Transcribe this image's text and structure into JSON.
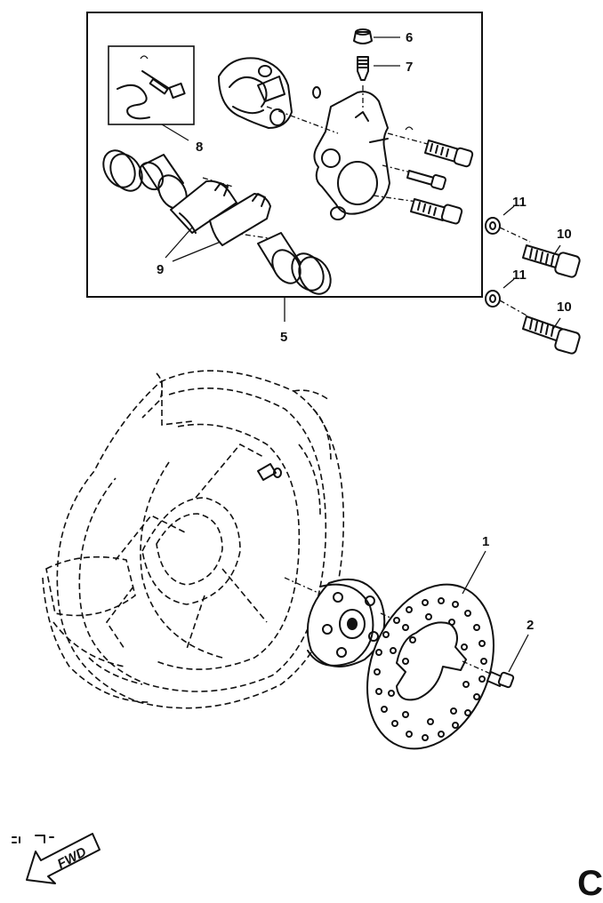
{
  "callouts": {
    "disc": "1",
    "disc_bolt": "2",
    "caliper_assy": "5",
    "bleed_cap": "6",
    "bleed_screw": "7",
    "pin_kit": "8",
    "pads": "9",
    "bolt_upper": "10",
    "washer_upper": "11",
    "bolt_lower": "10",
    "washer_lower": "11"
  },
  "fwd_label": "FWD",
  "corner_letter": "C",
  "colors": {
    "ink": "#111111",
    "paper": "#ffffff"
  }
}
